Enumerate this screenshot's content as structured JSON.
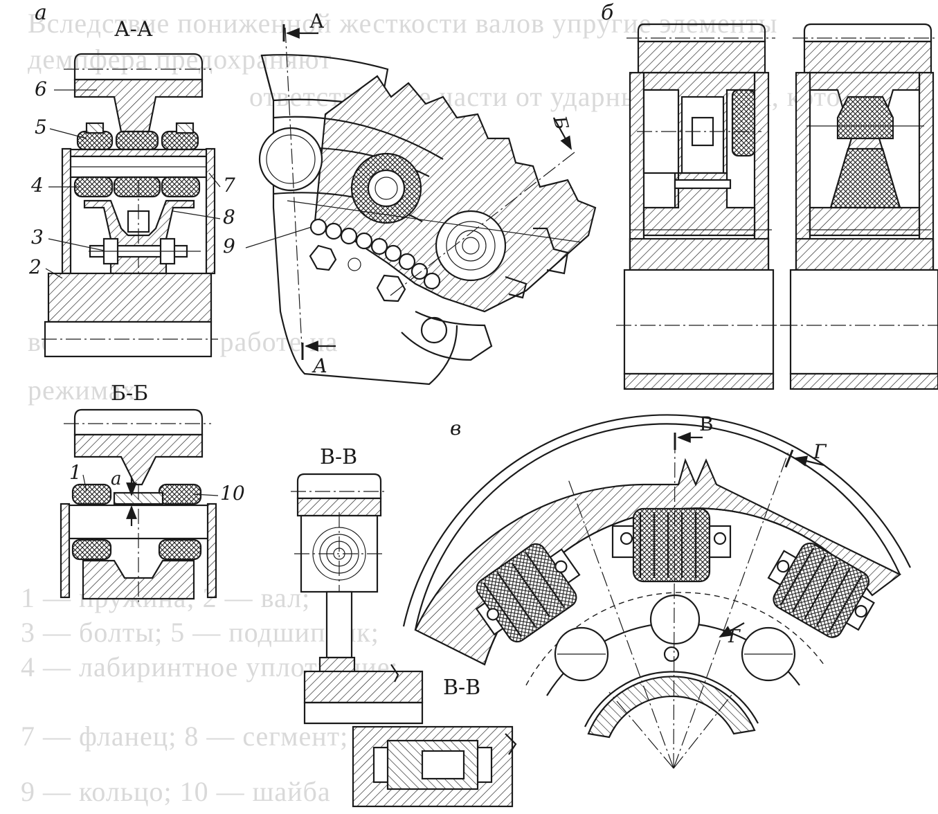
{
  "figure": {
    "panel_labels": {
      "a": "а",
      "b": "б",
      "v": "в"
    },
    "section_labels": {
      "aa": "А-А",
      "bb": "Б-Б",
      "vv_top": "В-В",
      "vv_bottom": "В-В"
    },
    "cut_markers": {
      "a_top": "А",
      "a_bottom": "А",
      "b": "Б",
      "v": "В",
      "g_top": "Г",
      "g_mid": "Г"
    },
    "part_numbers": [
      "1",
      "2",
      "3",
      "4",
      "5",
      "6",
      "7",
      "8",
      "9",
      "10"
    ],
    "dimension_label": "a"
  },
  "background_text": {
    "lines": [
      "Вследствие пониженной жесткости валов упругие элементы",
      "демпфера предохраняют",
      "ответственные части от ударных нагрузок, которые",
      "возникают при работе на",
      "режимах",
      "1 — пружина; 2 — вал;",
      "3 — болты; 5 — подшипник;",
      "4 — лабиринтное уплотнение;",
      "7 — фланец; 8 — сегмент;",
      "9 — кольцо; 10 — шайба"
    ]
  }
}
